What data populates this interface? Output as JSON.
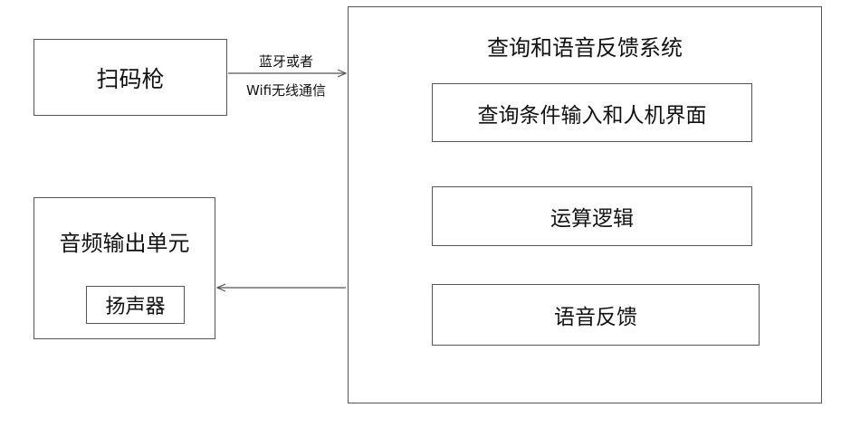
{
  "scanner": {
    "label": "扫码枪"
  },
  "connection": {
    "line1": "蓝牙或者",
    "line2": "Wifi无线通信"
  },
  "audio_unit": {
    "title": "音频输出单元",
    "speaker_label": "扬声器"
  },
  "system": {
    "title": "查询和语音反馈系统",
    "modules": {
      "query_interface": "查询条件输入和人机界面",
      "logic": "运算逻辑",
      "voice_feedback": "语音反馈"
    }
  },
  "colors": {
    "border": "#555555",
    "text": "#111111",
    "background": "#ffffff"
  }
}
